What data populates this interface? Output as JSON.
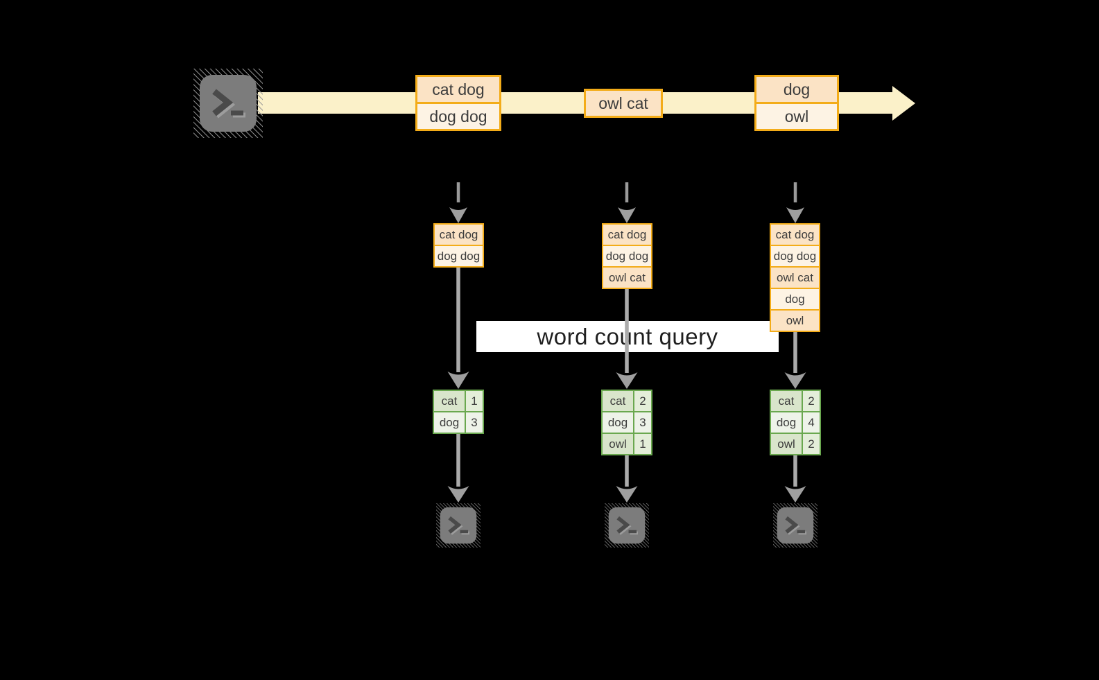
{
  "banner": {
    "label": "word count query"
  },
  "source": {
    "icon": "terminal-icon"
  },
  "stream": {
    "events": [
      {
        "cells": [
          "cat dog",
          "dog dog"
        ]
      },
      {
        "cells": [
          "owl cat"
        ]
      },
      {
        "cells": [
          "dog",
          "owl"
        ]
      }
    ]
  },
  "pipelines": [
    {
      "buffer": [
        "cat dog",
        "dog dog"
      ],
      "counts": [
        {
          "word": "cat",
          "count": "1"
        },
        {
          "word": "dog",
          "count": "3"
        }
      ],
      "sink_icon": "terminal-icon"
    },
    {
      "buffer": [
        "cat dog",
        "dog dog",
        "owl cat"
      ],
      "counts": [
        {
          "word": "cat",
          "count": "2"
        },
        {
          "word": "dog",
          "count": "3"
        },
        {
          "word": "owl",
          "count": "1"
        }
      ],
      "sink_icon": "terminal-icon"
    },
    {
      "buffer": [
        "cat dog",
        "dog dog",
        "owl cat",
        "dog",
        "owl"
      ],
      "counts": [
        {
          "word": "cat",
          "count": "2"
        },
        {
          "word": "dog",
          "count": "4"
        },
        {
          "word": "owl",
          "count": "2"
        }
      ],
      "sink_icon": "terminal-icon"
    }
  ],
  "colors": {
    "background": "#000000",
    "stream_band": "#fbf1c9",
    "event_border": "#f3ac19",
    "event_fill_dark": "#fbe3c5",
    "event_fill_light": "#fdf3e4",
    "count_border": "#6aa84f",
    "count_fill_dark": "#d9e5cb",
    "count_fill_light": "#eef3e9",
    "arrow_gray": "#9e9e9e",
    "banner_bg": "#ffffff",
    "text": "#3c3c3c"
  }
}
